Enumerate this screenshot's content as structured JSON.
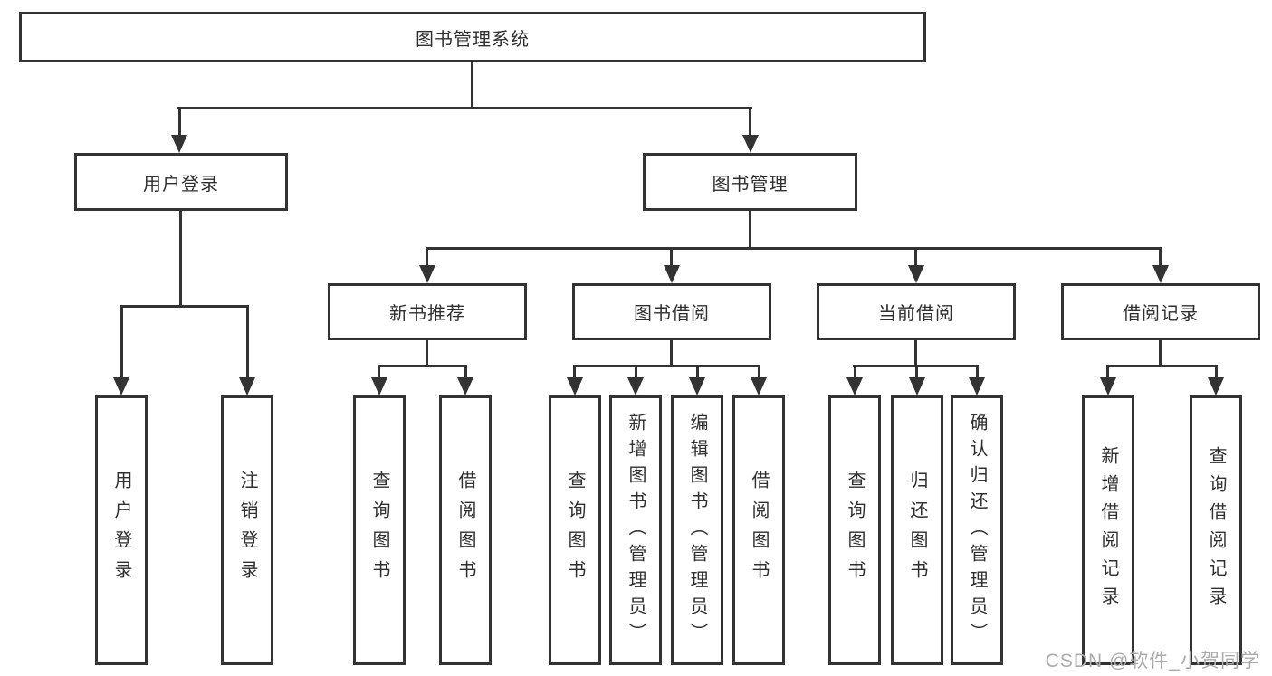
{
  "tree": {
    "label": "图书管理系统",
    "children": [
      {
        "label": "用户登录",
        "children": [
          {
            "label": "用户登录"
          },
          {
            "label": "注销登录"
          }
        ]
      },
      {
        "label": "图书管理",
        "children": [
          {
            "label": "新书推荐",
            "children": [
              {
                "label": "查询图书"
              },
              {
                "label": "借阅图书"
              }
            ]
          },
          {
            "label": "图书借阅",
            "children": [
              {
                "label": "查询图书"
              },
              {
                "label": "新增图书（管理员）"
              },
              {
                "label": "编辑图书（管理员）"
              },
              {
                "label": "借阅图书"
              }
            ]
          },
          {
            "label": "当前借阅",
            "children": [
              {
                "label": "查询图书"
              },
              {
                "label": "归还图书"
              },
              {
                "label": "确认归还（管理员）"
              }
            ]
          },
          {
            "label": "借阅记录",
            "children": [
              {
                "label": "新增借阅记录"
              },
              {
                "label": "查询借阅记录"
              }
            ]
          }
        ]
      }
    ]
  },
  "watermark": "CSDN @软件_小贺同学",
  "colors": {
    "line": "#333333",
    "text": "#2f2f2f",
    "watermark": "#ababab",
    "background": "#ffffff"
  }
}
